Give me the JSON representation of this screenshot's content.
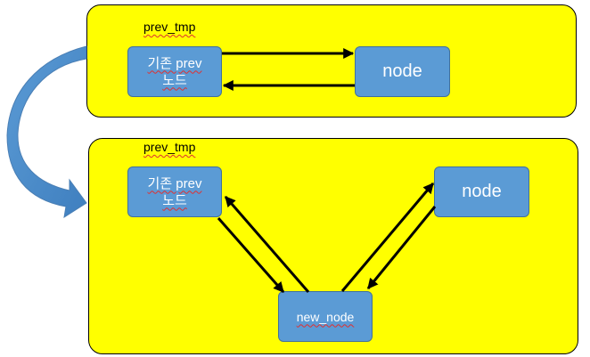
{
  "top_panel": {
    "label": "prev_tmp",
    "prev_node": {
      "line1": "기존 prev",
      "line2": "노드"
    },
    "node": "node"
  },
  "bottom_panel": {
    "label": "prev_tmp",
    "prev_node": {
      "line1": "기존 prev",
      "line2": "노드"
    },
    "node": "node",
    "new_node": "new_node"
  },
  "colors": {
    "panel_fill": "#ffff00",
    "box_fill": "#5b9bd5",
    "curved_arrow": "#4a86c0"
  }
}
